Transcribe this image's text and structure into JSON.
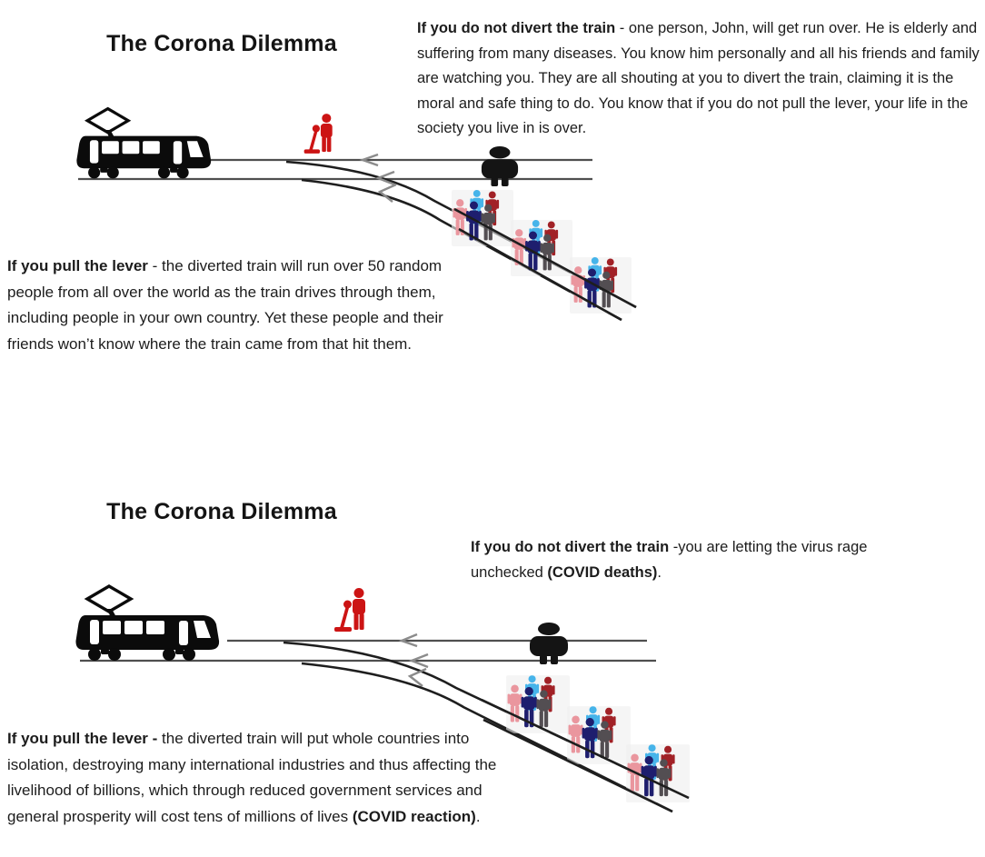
{
  "panels": [
    {
      "title": "The Corona Dilemma",
      "no_divert": {
        "lead": "If you do not divert the train",
        "body": " - one person, John, will get run over.  He is elderly and suffering from many diseases. You know him personally and all his friends and family are watching you. They are all shouting at you to divert the train, claiming it is the moral and safe thing to do. You know that if you do not pull the lever, your life in the society you live in is over."
      },
      "pull_lever": {
        "lead": "If you pull the lever",
        "body": " - the diverted train will run over 50 random people from all over the world as the train drives through them, including people in your own country. Yet these people and their friends won’t know where the train came from that hit them."
      }
    },
    {
      "title": "The Corona Dilemma",
      "no_divert": {
        "lead": "If you do not divert the train",
        "body": " -you are letting the virus rage unchecked ",
        "tail": "(COVID deaths)",
        "end": "."
      },
      "pull_lever": {
        "lead": "If you pull the lever -",
        "body": " the diverted train will put whole countries into isolation, destroying many international industries and thus affecting the livelihood of billions, which through reduced government services and general prosperity will cost tens of millions of lives ",
        "tail": "(COVID reaction)",
        "end": "."
      }
    }
  ],
  "illustration": {
    "description": "trolley-problem diagram: tram on track, red lever man at switch, one black person on straight track, three groups of five people on diverted track",
    "clusters_per_panel": 3,
    "people_per_cluster": 5,
    "colors": {
      "tram": "#0b0b0b",
      "track": "#4f4f4f",
      "diverted_track": "#1e1e1e",
      "arrow": "#8b8b8b",
      "lever_man": "#cc1414",
      "victim": "#141414",
      "cluster_bg": "#efefef",
      "person_pink": "#ea969e",
      "person_navy": "#1e1e6e",
      "person_cyan": "#46b4ea",
      "person_gray": "#534e52",
      "person_darkred": "#a12126"
    }
  }
}
